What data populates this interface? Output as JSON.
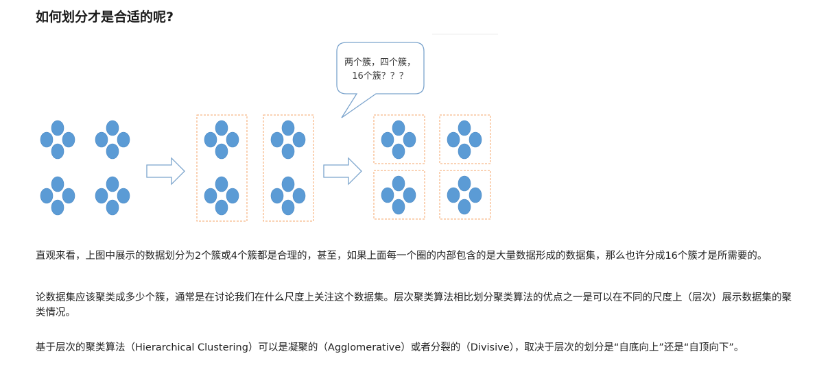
{
  "heading": "如何划分才是合适的呢?",
  "figure": {
    "bubble_line1": "两个簇，四个簇，",
    "bubble_line2": "16个簇？？？",
    "colors": {
      "dot": "#5b9bd5",
      "dot_stroke": "#4a88c4",
      "cluster_box": "#f4a46a",
      "arrow": "#7aa3cc",
      "bubble": "#7aa3cc"
    }
  },
  "paragraphs": [
    "直观来看，上图中展示的数据划分为2个簇或4个簇都是合理的，甚至，如果上面每一个圈的内部包含的是大量数据形成的数据集，那么也许分成16个簇才是所需要的。",
    "论数据集应该聚类成多少个簇，通常是在讨论我们在什么尺度上关注这个数据集。层次聚类算法相比划分聚类算法的优点之一是可以在不同的尺度上（层次）展示数据集的聚类情况。",
    "基于层次的聚类算法（Hierarchical Clustering）可以是凝聚的（Agglomerative）或者分裂的（Divisive），取决于层次的划分是“自底向上”还是“自顶向下”。"
  ]
}
